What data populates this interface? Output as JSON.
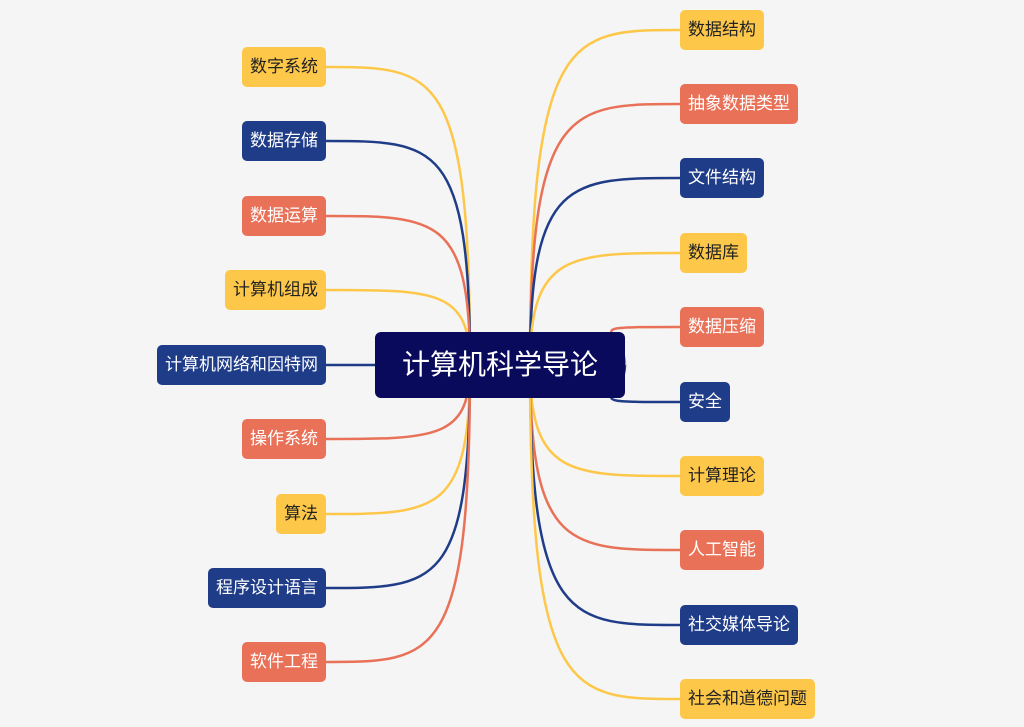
{
  "center": {
    "label": "计算机科学导论",
    "color": "#0a0a5c"
  },
  "colors": {
    "yellow": "#fdc84a",
    "orange": "#e87158",
    "navy": "#1f3c88",
    "background": "#f5f5f5"
  },
  "left_topics": [
    {
      "label": "数字系统",
      "color": "yellow"
    },
    {
      "label": "数据存储",
      "color": "navy"
    },
    {
      "label": "数据运算",
      "color": "orange"
    },
    {
      "label": "计算机组成",
      "color": "yellow"
    },
    {
      "label": "计算机网络和因特网",
      "color": "navy"
    },
    {
      "label": "操作系统",
      "color": "orange"
    },
    {
      "label": "算法",
      "color": "yellow"
    },
    {
      "label": "程序设计语言",
      "color": "navy"
    },
    {
      "label": "软件工程",
      "color": "orange"
    }
  ],
  "right_topics": [
    {
      "label": "数据结构",
      "color": "yellow"
    },
    {
      "label": "抽象数据类型",
      "color": "orange"
    },
    {
      "label": "文件结构",
      "color": "navy"
    },
    {
      "label": "数据库",
      "color": "yellow"
    },
    {
      "label": "数据压缩",
      "color": "orange"
    },
    {
      "label": "安全",
      "color": "navy"
    },
    {
      "label": "计算理论",
      "color": "yellow"
    },
    {
      "label": "人工智能",
      "color": "orange"
    },
    {
      "label": "社交媒体导论",
      "color": "navy"
    },
    {
      "label": "社会和道德问题",
      "color": "yellow"
    }
  ]
}
